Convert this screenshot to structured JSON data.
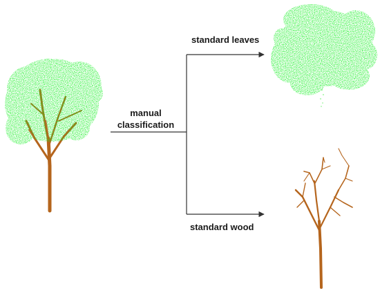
{
  "labels": {
    "classification_line1": "manual",
    "classification_line2": "classification",
    "leaves": "standard leaves",
    "wood": "standard wood"
  },
  "colors": {
    "leaf": "#14f020",
    "leaf_light": "#7df27e",
    "wood": "#b5651d",
    "wood_dark": "#8a4a12",
    "connector": "#333333",
    "text": "#1a1a1a"
  }
}
